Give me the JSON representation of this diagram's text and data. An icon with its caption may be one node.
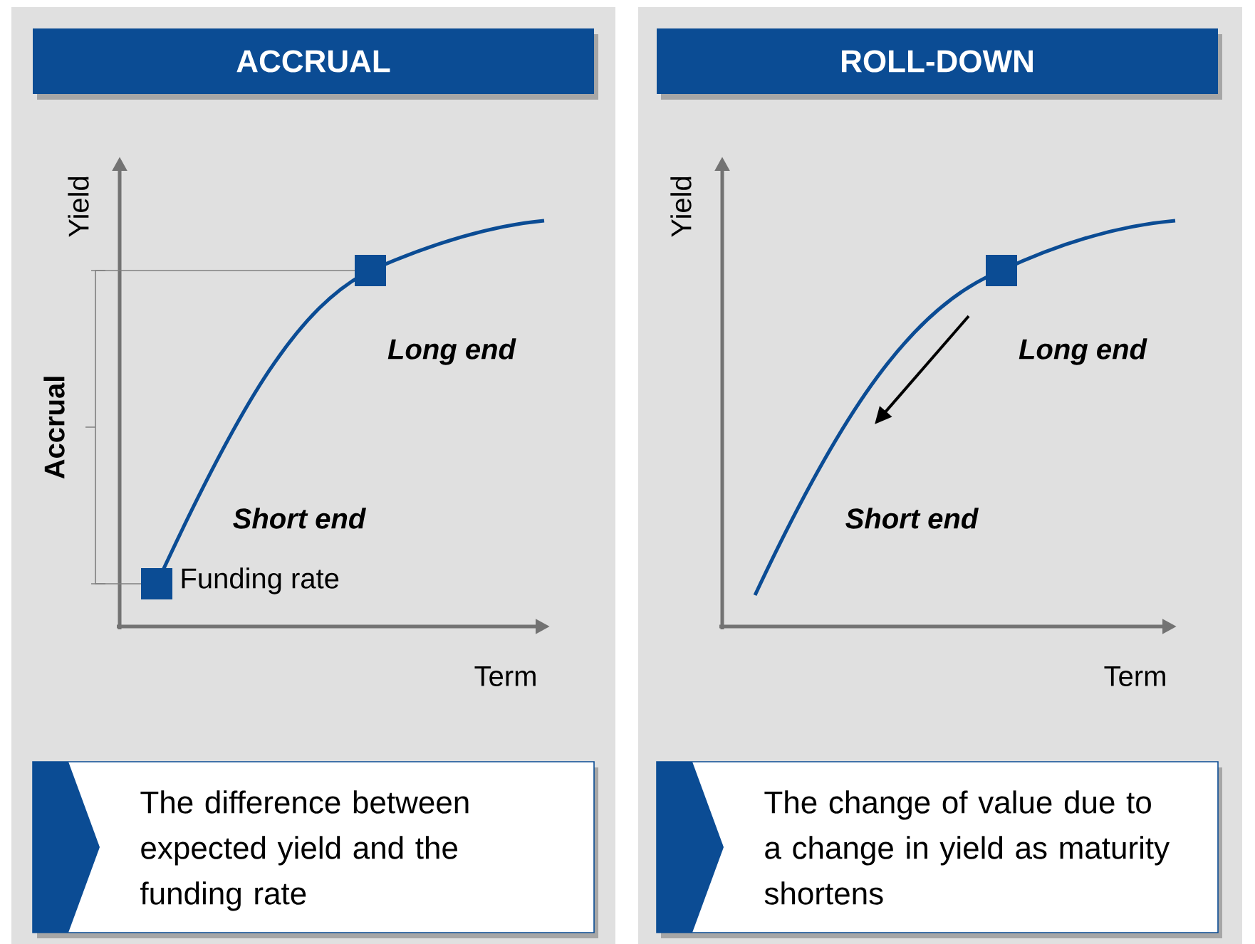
{
  "diagram": {
    "nodes": [
      {
        "text": [],
        "shape": "box"
      },
      {
        "text": [
          "ACCRUAL"
        ],
        "in": 0
      },
      {
        "text": [
          "The difference between expected yield and the funding rate"
        ],
        "in": 0
      },
      {
        "text": [],
        "shape": "box"
      },
      {
        "text": [
          "ROLL-DOWN"
        ],
        "in": 3
      },
      {
        "text": [
          "The change of value due to a change in yield as maturity shortens"
        ],
        "in": 3
      }
    ],
    "labels": [
      "Yield",
      "Accrual",
      "Long end",
      "Short end",
      "Funding rate",
      "Term",
      "Yield",
      "Long end",
      "Short end",
      "Term"
    ]
  }
}
